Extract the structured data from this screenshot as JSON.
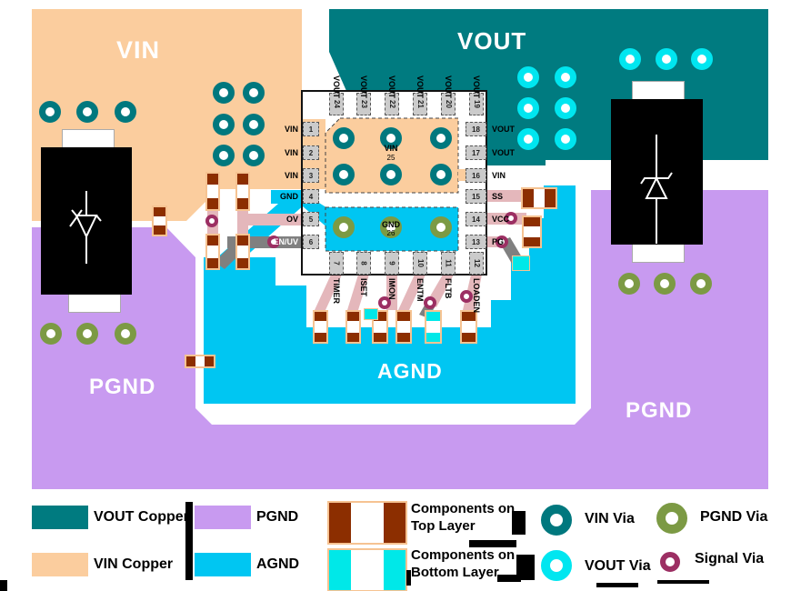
{
  "regions": {
    "vin": "VIN",
    "vout": "VOUT",
    "agnd": "AGND",
    "pgnd_left": "PGND",
    "pgnd_right": "PGND"
  },
  "colors": {
    "vin_copper": "#FBCD9E",
    "vout_copper": "#007B80",
    "agnd": "#00C6F2",
    "pgnd": "#C89AF0",
    "vin_via": "#00787E",
    "vout_via": "#00E6F0",
    "pgnd_via": "#7C9A44",
    "signal_via": "#9C2F63",
    "component_pad_top": "#8C2E00",
    "component_pad_bottom": "#00E8E8",
    "component_outline": "#F6C392",
    "trace": "#E4B7BB",
    "trace_gray": "#808080"
  },
  "ic": {
    "left_pins": [
      {
        "num": "1",
        "label": "VIN"
      },
      {
        "num": "2",
        "label": "VIN"
      },
      {
        "num": "3",
        "label": "VIN"
      },
      {
        "num": "4",
        "label": "GND"
      },
      {
        "num": "5",
        "label": "OV"
      },
      {
        "num": "6",
        "label": "EN/UV",
        "white": true
      }
    ],
    "right_pins": [
      {
        "num": "18",
        "label": "VOUT"
      },
      {
        "num": "17",
        "label": "VOUT"
      },
      {
        "num": "16",
        "label": "VIN"
      },
      {
        "num": "15",
        "label": "SS"
      },
      {
        "num": "14",
        "label": "VCC"
      },
      {
        "num": "13",
        "label": "PG"
      }
    ],
    "top_pins": [
      {
        "num": "24",
        "label": "VOUT"
      },
      {
        "num": "23",
        "label": "VOUT"
      },
      {
        "num": "22",
        "label": "VOUT"
      },
      {
        "num": "21",
        "label": "VOUT"
      },
      {
        "num": "20",
        "label": "VOUT"
      },
      {
        "num": "19",
        "label": "VOUT"
      }
    ],
    "bottom_pins": [
      {
        "num": "7",
        "label": "TIMER"
      },
      {
        "num": "8",
        "label": "ISET"
      },
      {
        "num": "9",
        "label": "IMON"
      },
      {
        "num": "10",
        "label": "ENTM"
      },
      {
        "num": "11",
        "label": "FLTB"
      },
      {
        "num": "12",
        "label": "LOADEN"
      }
    ],
    "vin_pad": {
      "label": "VIN",
      "num": "25"
    },
    "gnd_pad": {
      "label": "GND",
      "num": "26"
    }
  },
  "vias": {
    "vin": [
      [
        55,
        123
      ],
      [
        96,
        123
      ],
      [
        138,
        123
      ],
      [
        246,
        102
      ],
      [
        279,
        102
      ],
      [
        246,
        137
      ],
      [
        279,
        137
      ],
      [
        246,
        171
      ],
      [
        279,
        171
      ],
      [
        378,
        152
      ],
      [
        430,
        152
      ],
      [
        485,
        152
      ],
      [
        378,
        192
      ],
      [
        430,
        192
      ],
      [
        485,
        192
      ]
    ],
    "vout": [
      [
        581,
        85
      ],
      [
        622,
        85
      ],
      [
        581,
        119
      ],
      [
        622,
        119
      ],
      [
        581,
        153
      ],
      [
        622,
        153
      ],
      [
        693,
        65
      ],
      [
        733,
        65
      ],
      [
        772,
        65
      ]
    ],
    "pgnd": [
      [
        56,
        367
      ],
      [
        96,
        367
      ],
      [
        138,
        367
      ],
      [
        692,
        312
      ],
      [
        731,
        312
      ],
      [
        771,
        312
      ],
      [
        378,
        250
      ],
      [
        430,
        250
      ],
      [
        485,
        250
      ]
    ],
    "signal": [
      [
        233,
        243
      ],
      [
        301,
        266
      ],
      [
        423,
        333
      ],
      [
        473,
        333
      ],
      [
        513,
        326
      ],
      [
        562,
        240
      ],
      [
        552,
        266
      ]
    ]
  },
  "components": {
    "top_vertical": [
      [
        226,
        189,
        16,
        43
      ],
      [
        259,
        189,
        16,
        43
      ],
      [
        226,
        257,
        16,
        40
      ],
      [
        259,
        257,
        16,
        40
      ],
      [
        167,
        226,
        17,
        34
      ],
      [
        574,
        237,
        22,
        36
      ],
      [
        344,
        341,
        17,
        37
      ],
      [
        380,
        341,
        17,
        37
      ],
      [
        409,
        341,
        18,
        37
      ],
      [
        435,
        341,
        18,
        37
      ],
      [
        506,
        341,
        19,
        37
      ]
    ],
    "top_horizontal": [
      [
        203,
        390,
        34,
        15
      ],
      [
        573,
        206,
        40,
        24
      ]
    ],
    "bottom_vertical": [
      [
        467,
        341,
        19,
        37
      ]
    ],
    "bottom_pads": [
      [
        563,
        281,
        20,
        17
      ],
      [
        400,
        339,
        16,
        13
      ]
    ]
  },
  "legend": {
    "vout_copper": "VOUT Copper",
    "vin_copper": "VIN Copper",
    "pgnd": "PGND",
    "agnd": "AGND",
    "comp_top_line1": "Components on",
    "comp_top_line2": "Top Layer",
    "comp_bottom_line1": "Components on",
    "comp_bottom_line2": "Bottom Layer",
    "vin_via": "VIN Via",
    "vout_via": "VOUT Via",
    "pgnd_via": "PGND Via",
    "signal_via": "Signal Via"
  }
}
